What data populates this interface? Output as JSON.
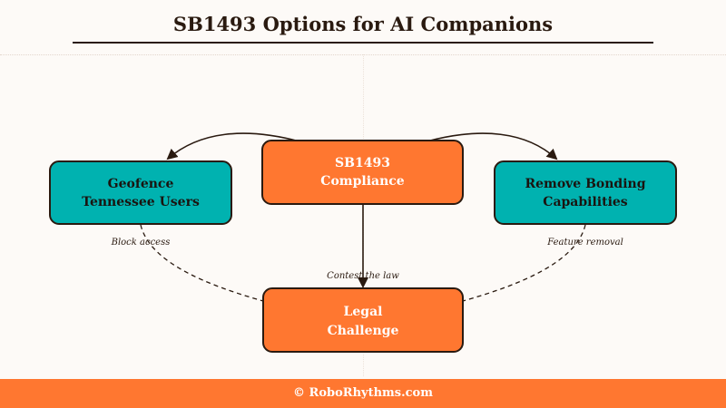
{
  "title": "SB1493 Options for AI Companions",
  "colors": {
    "orange": "#ff7730",
    "teal": "#00b2b0",
    "outline": "#2a1a10",
    "background": "#fdfaf7"
  },
  "nodes": {
    "compliance": {
      "line1": "SB1493",
      "line2": "Compliance"
    },
    "geofence": {
      "line1": "Geofence",
      "line2": "Tennessee Users"
    },
    "remove": {
      "line1": "Remove Bonding",
      "line2": "Capabilities"
    },
    "legal": {
      "line1": "Legal",
      "line2": "Challenge"
    }
  },
  "edges": {
    "block": "Block access",
    "contest": "Contest the law",
    "feature": "Feature removal"
  },
  "footer": "© RoboRhythms.com"
}
